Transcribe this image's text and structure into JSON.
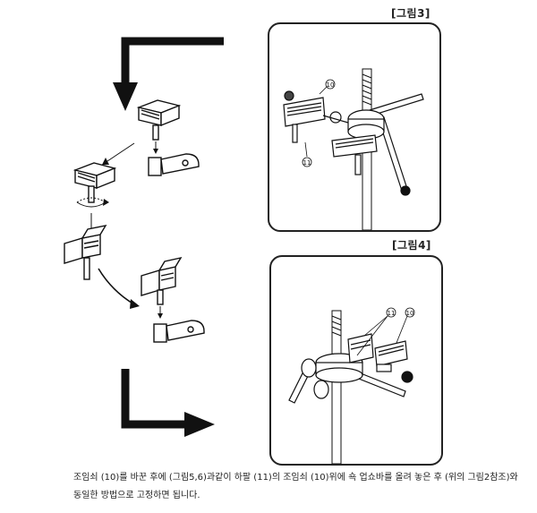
{
  "figure3": {
    "label": "[그림3]",
    "markers": [
      "⑩",
      "⑪"
    ]
  },
  "figure4": {
    "label": "[그림4]",
    "markers": [
      "⑪",
      "⑩"
    ]
  },
  "caption": {
    "line1": "조임쇠 (10)를 바꾼 후에 (그림5,6)과같이 하팔 (11)의 조임쇠 (10)위에 쇽 업쇼바를 올려 놓은 후 (위의 그림2참조)와",
    "line2": "동일한 방법으로 고정하면 됩니다."
  },
  "colors": {
    "ink": "#111111",
    "panel_border": "#222222",
    "background": "#ffffff"
  }
}
